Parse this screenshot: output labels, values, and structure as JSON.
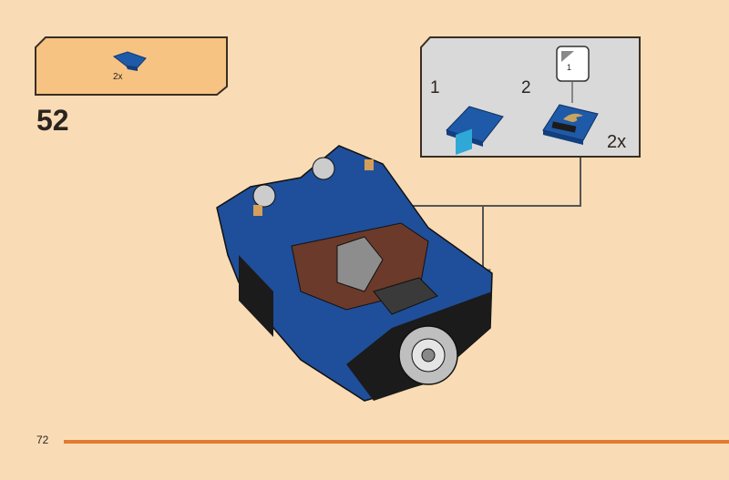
{
  "step": {
    "number": "52"
  },
  "parts_list": {
    "items": [
      {
        "part": "curved-slope-2x2-blue",
        "quantity": "2x"
      }
    ]
  },
  "subassembly": {
    "steps": [
      {
        "label": "1"
      },
      {
        "label": "2"
      }
    ],
    "sticker": {
      "number": "1"
    },
    "quantity": "2x"
  },
  "page": {
    "number": "72"
  },
  "colors": {
    "background": "#f9dcb5",
    "parts_box": "#f6c383",
    "sub_box": "#d9d9d9",
    "brick_blue": "#1f4f9a",
    "accent": "#e27a30"
  }
}
